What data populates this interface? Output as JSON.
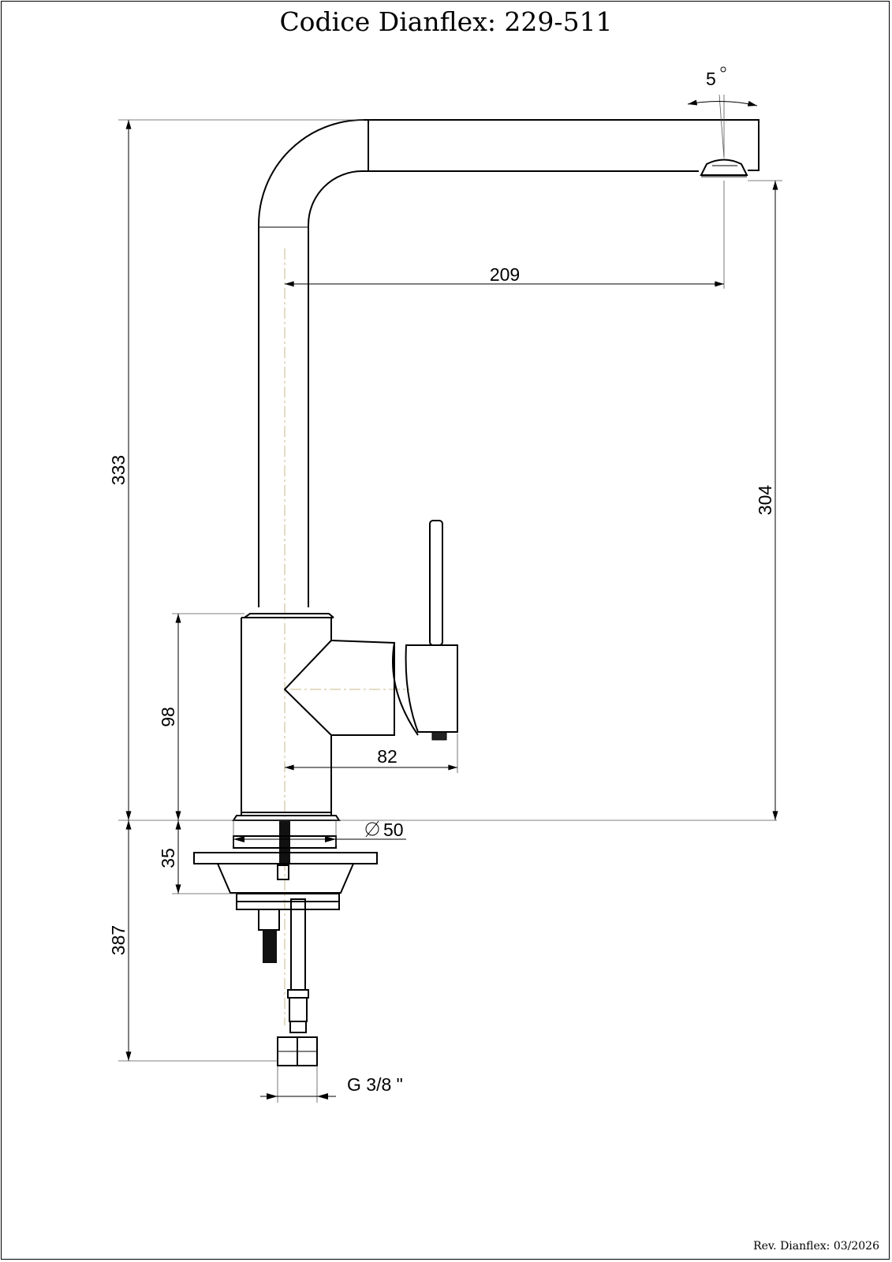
{
  "header": {
    "title": "Codice Dianflex: 229-511"
  },
  "footer": {
    "revision": "Rev. Dianflex: 03/2026"
  },
  "dimensions": {
    "angle": "5",
    "spout_reach": "209",
    "total_height": "333",
    "spout_height": "304",
    "body_height": "98",
    "lever_offset": "82",
    "base_diameter": "50",
    "mount_thickness": "35",
    "hose_length": "387",
    "connection": "G 3/8 \""
  }
}
